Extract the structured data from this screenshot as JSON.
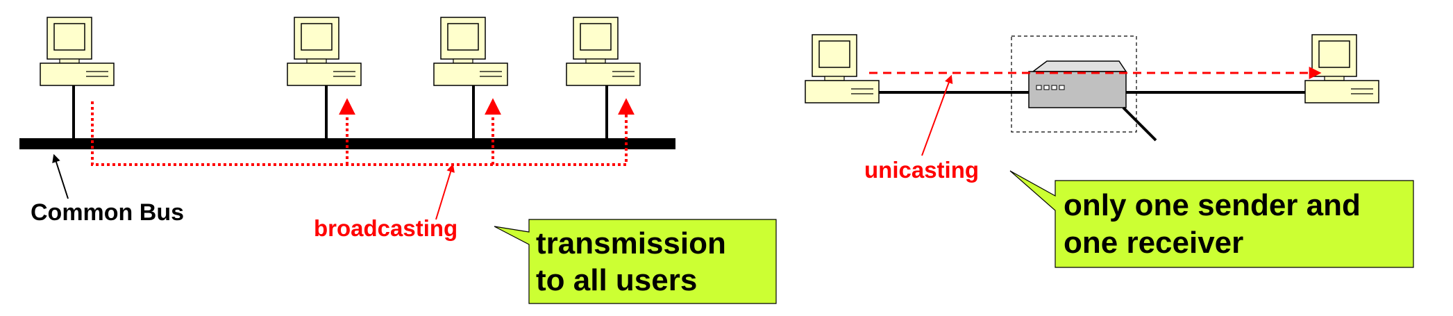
{
  "broadcast": {
    "bus_label": "Common Bus",
    "method_label": "broadcasting",
    "callout_line1": "transmission",
    "callout_line2": "to all users"
  },
  "unicast": {
    "method_label": "unicasting",
    "callout_line1": "only one sender and",
    "callout_line2": "one receiver"
  },
  "colors": {
    "signal": "#ff0000",
    "callout_fill": "#ccff33",
    "computer_fill": "#ffffcc",
    "router_fill": "#c0c0c0"
  },
  "icons": [
    "computer-icon",
    "router-icon"
  ]
}
